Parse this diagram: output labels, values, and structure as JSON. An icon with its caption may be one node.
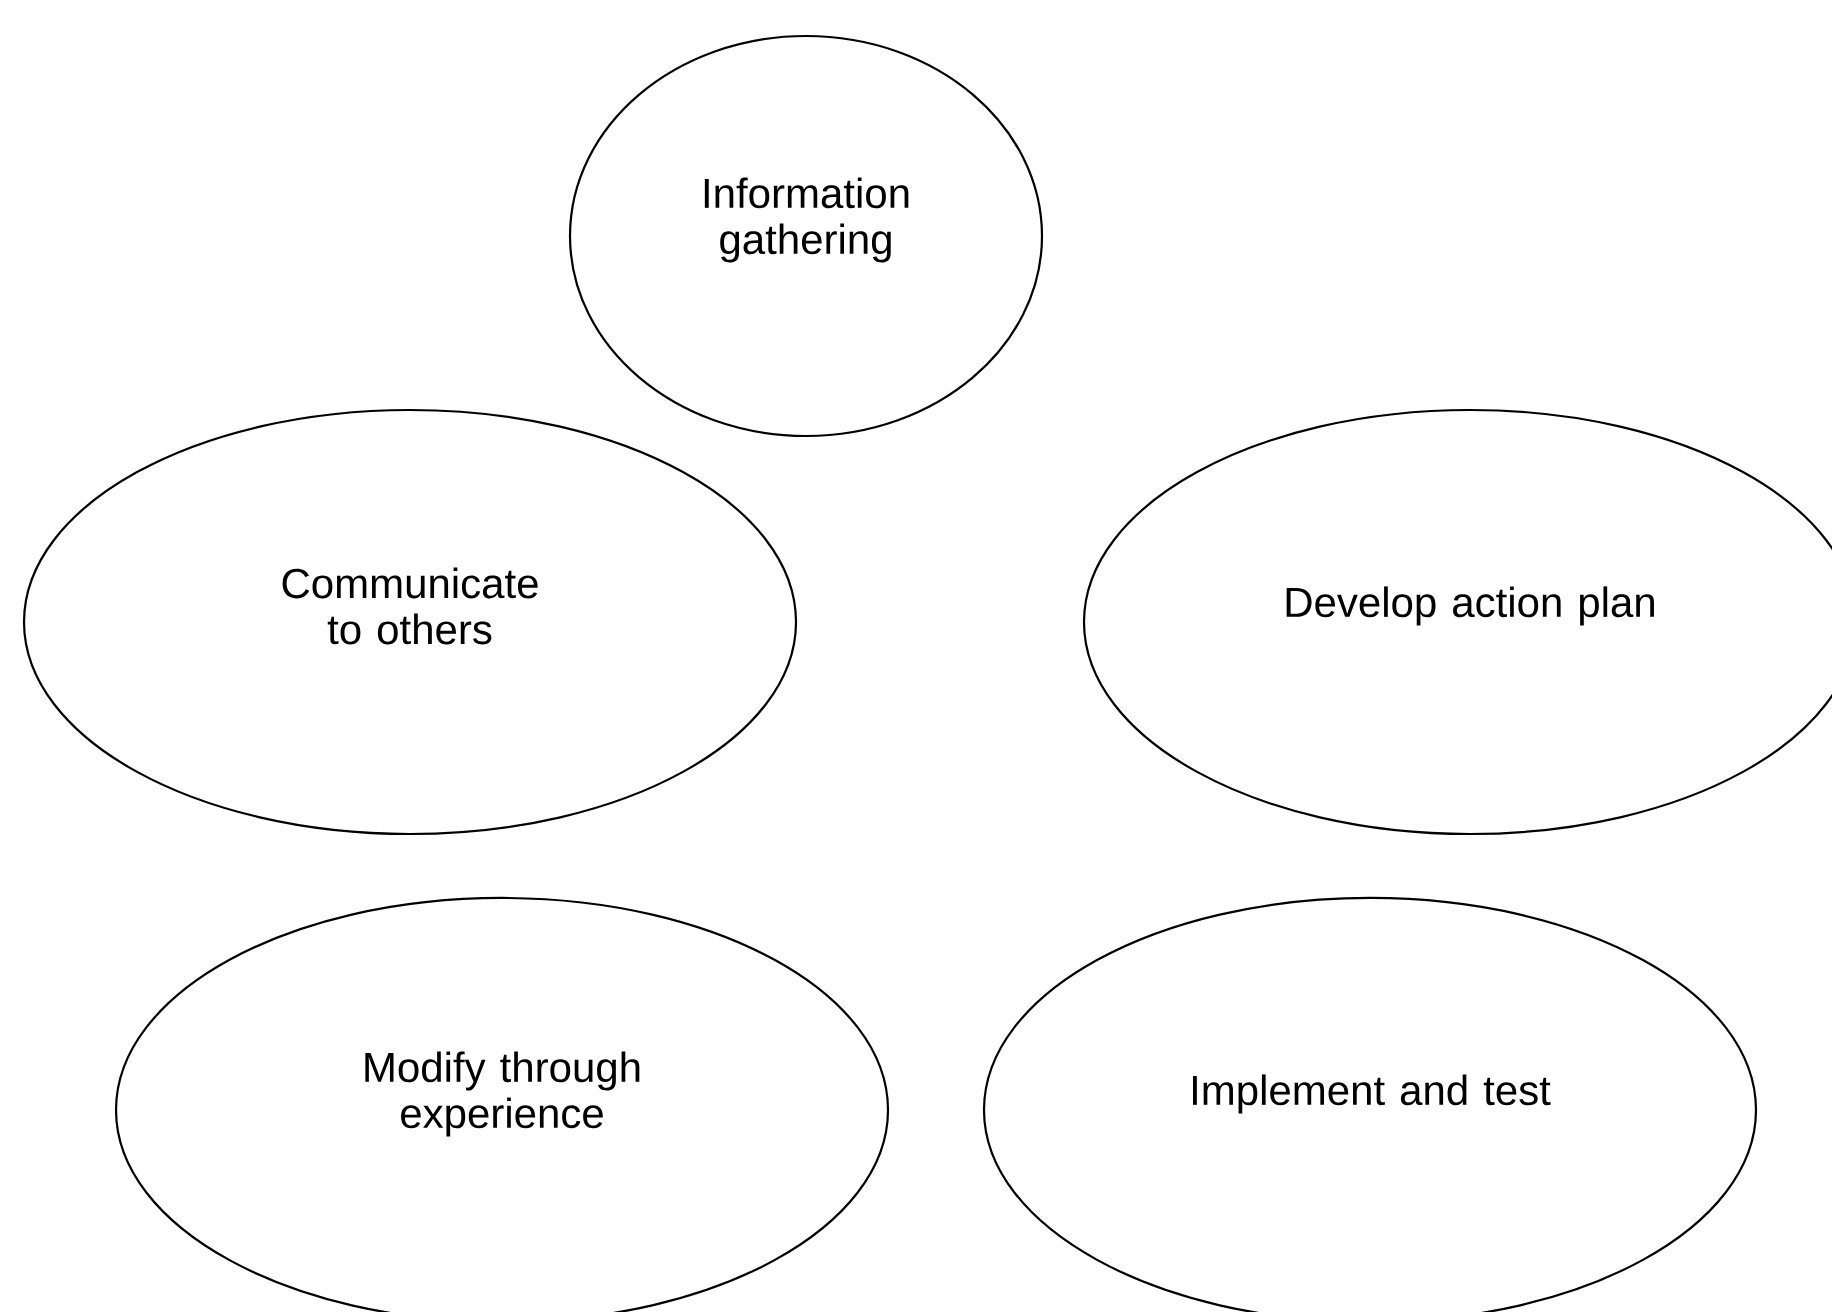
{
  "diagram": {
    "nodes": [
      {
        "text": [
          "Information gathering"
        ]
      },
      {
        "text": [
          "Communicate to others"
        ]
      },
      {
        "text": [
          "Develop action plan"
        ]
      },
      {
        "text": [
          "Modify through experience"
        ]
      },
      {
        "text": [
          "Implement and test"
        ]
      }
    ]
  }
}
